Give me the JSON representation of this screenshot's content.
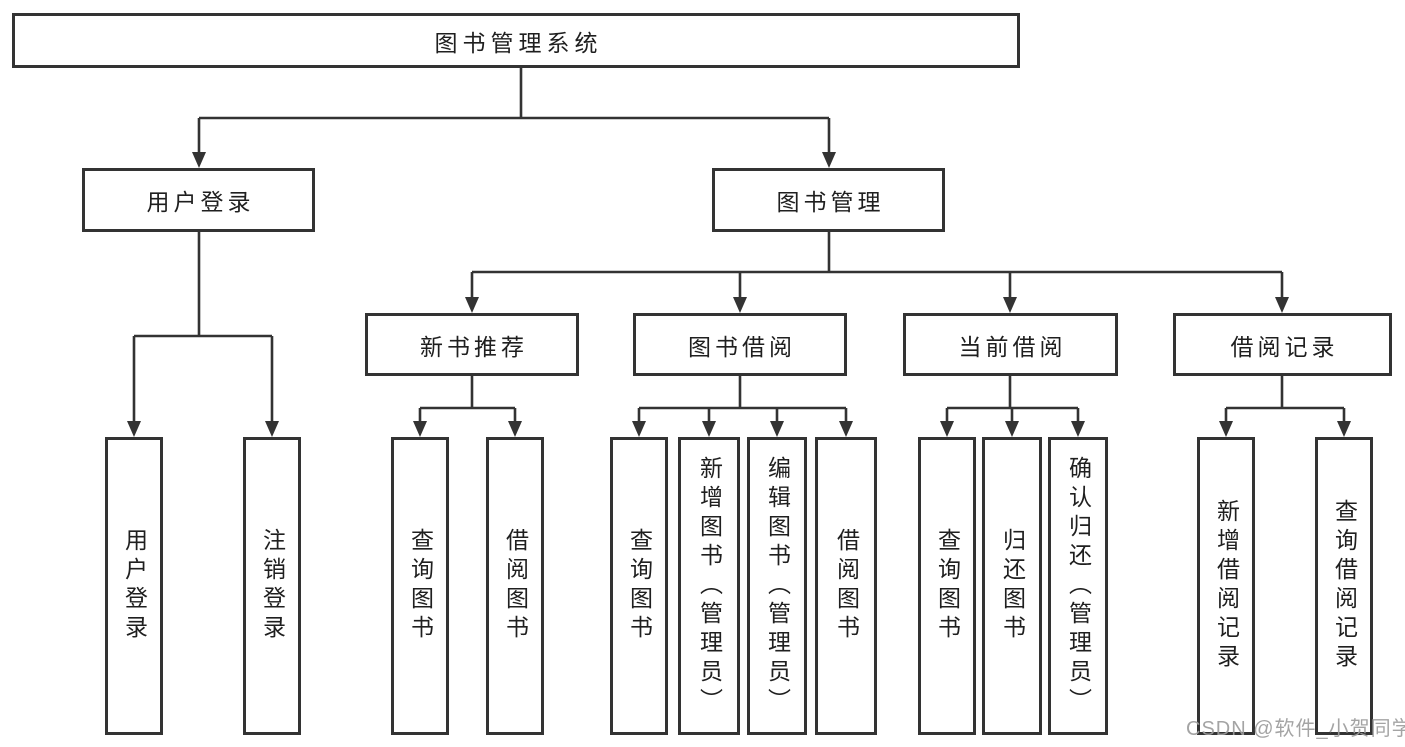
{
  "diagram": {
    "root": {
      "label": "图书管理系统"
    },
    "level2": [
      {
        "label": "用户登录"
      },
      {
        "label": "图书管理"
      }
    ],
    "level3": [
      {
        "label": "新书推荐"
      },
      {
        "label": "图书借阅"
      },
      {
        "label": "当前借阅"
      },
      {
        "label": "借阅记录"
      }
    ],
    "leaves": {
      "login": [
        "用户登录",
        "注销登录"
      ],
      "recommend": [
        "查询图书",
        "借阅图书"
      ],
      "borrow": [
        "查询图书",
        "新增图书（管理员）",
        "编辑图书（管理员）",
        "借阅图书"
      ],
      "current": [
        "查询图书",
        "归还图书",
        "确认归还（管理员）"
      ],
      "records": [
        "新增借阅记录",
        "查询借阅记录"
      ]
    },
    "colors": {
      "line": "#333333",
      "box_border": "#333333",
      "text": "#1f1f1f",
      "background": "#ffffff",
      "watermark": "#9d9d9d"
    }
  },
  "watermark": {
    "text": "CSDN @软件_小贺同学"
  }
}
